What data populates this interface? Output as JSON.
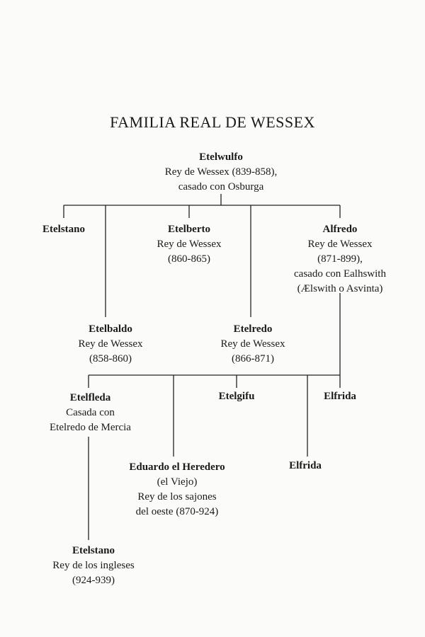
{
  "title": "FAMILIA REAL DE WESSEX",
  "people": {
    "etelwulfo": {
      "name": "Etelwulfo",
      "lines": [
        "Rey de Wessex (839-858),",
        "casado con Osburga"
      ]
    },
    "etelstano1": {
      "name": "Etelstano",
      "lines": []
    },
    "etelberto": {
      "name": "Etelberto",
      "lines": [
        "Rey de Wessex",
        "(860-865)"
      ]
    },
    "alfredo": {
      "name": "Alfredo",
      "lines": [
        "Rey de Wessex",
        "(871-899),",
        "casado con Ealhswith",
        "(Ælswith o Asvinta)"
      ]
    },
    "etelbaldo": {
      "name": "Etelbaldo",
      "lines": [
        "Rey de Wessex",
        "(858-860)"
      ]
    },
    "etelredo": {
      "name": "Etelredo",
      "lines": [
        "Rey de Wessex",
        "(866-871)"
      ]
    },
    "etelfleda": {
      "name": "Etelfleda",
      "lines": [
        "Casada con",
        "Etelredo de Mercia"
      ]
    },
    "etelgifu": {
      "name": "Etelgifu",
      "lines": []
    },
    "elfrida1": {
      "name": "Elfrida",
      "lines": []
    },
    "eduardo": {
      "name": "Eduardo el Heredero",
      "lines": [
        "(el Viejo)",
        "Rey de los sajones",
        "del oeste (870-924)"
      ]
    },
    "elfrida2": {
      "name": "Elfrida",
      "lines": []
    },
    "etelstano2": {
      "name": "Etelstano",
      "lines": [
        "Rey de los ingleses",
        "(924-939)"
      ]
    }
  }
}
